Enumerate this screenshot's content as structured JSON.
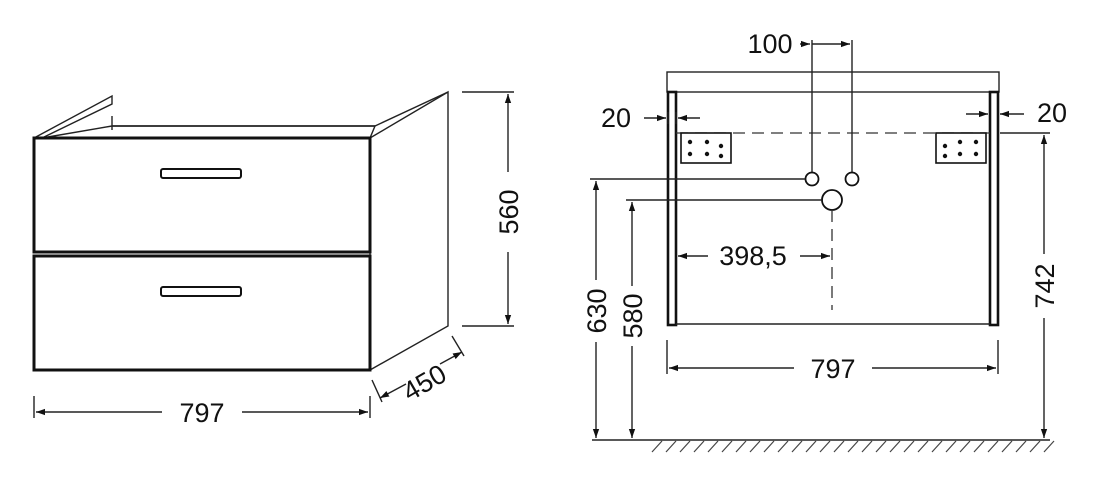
{
  "front_view": {
    "width": "797",
    "height": "560",
    "depth": "450"
  },
  "rear_view": {
    "pipe_spacing": "100",
    "left_offset": "20",
    "right_offset": "20",
    "drain_offset": "398,5",
    "width": "797",
    "height_upper_pipe": "630",
    "height_lower_pipe": "580",
    "height_total": "742"
  }
}
